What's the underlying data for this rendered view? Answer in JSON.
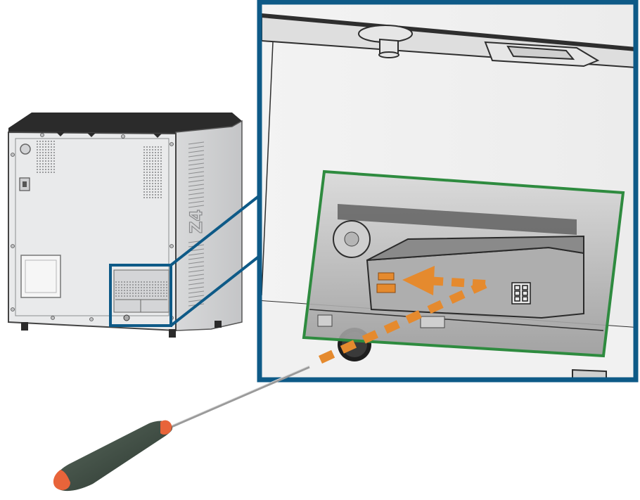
{
  "figure": {
    "model_label": "Z4",
    "components": {
      "machine": "printer-rear-view",
      "callout": "detail-inset",
      "highlight": "connector-module",
      "tool": "screwdriver",
      "motion": "insertion-arrow"
    },
    "colors": {
      "callout_frame": "#0e5a87",
      "highlight_frame": "#2e8b3f",
      "arrow": "#e58a2e",
      "tool_handle": "#3a4a40",
      "tool_accent": "#e8643a",
      "body_gray": "#e9eaeb",
      "dark_top": "#2b2b2b"
    }
  }
}
